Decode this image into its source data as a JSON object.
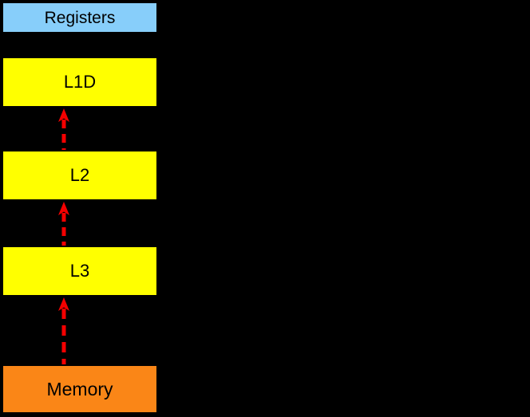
{
  "page": {
    "background": "#000000"
  },
  "diagram": {
    "description_colors": {
      "registers_fill": "#87CEFA",
      "cache_fill": "#FFFF00",
      "memory_fill": "#FA8617",
      "box_border": "#000000",
      "label_text": "#000000",
      "arrow_red": "#F50000"
    },
    "boxes": [
      {
        "id": "registers",
        "label": "Registers",
        "fill": "#87CEFA"
      },
      {
        "id": "l1d",
        "label": "L1D",
        "fill": "#FFFF00"
      },
      {
        "id": "l2",
        "label": "L2",
        "fill": "#FFFF00"
      },
      {
        "id": "l3",
        "label": "L3",
        "fill": "#FFFF00"
      },
      {
        "id": "memory",
        "label": "Memory",
        "fill": "#FA8617"
      }
    ],
    "arrows": [
      {
        "id": "l2-to-l1d",
        "from": "L2",
        "to": "L1D",
        "direction": "up",
        "style": "dashed",
        "color": "#F50000"
      },
      {
        "id": "l3-to-l2",
        "from": "L3",
        "to": "L2",
        "direction": "up",
        "style": "dashed",
        "color": "#F50000"
      },
      {
        "id": "memory-to-l3",
        "from": "Memory",
        "to": "L3",
        "direction": "up",
        "style": "dashed",
        "color": "#F50000"
      }
    ]
  }
}
